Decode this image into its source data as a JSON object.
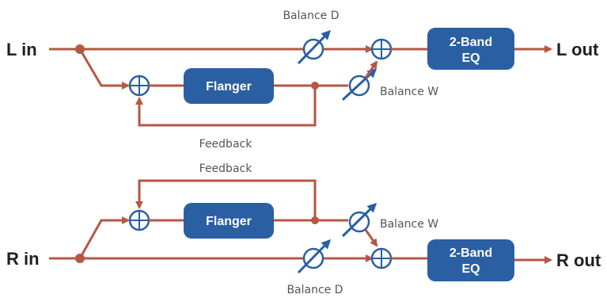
{
  "colors": {
    "signal_line": "#b55745",
    "block_fill": "#2a5fa3",
    "block_text": "#ffffff",
    "knob_stroke": "#2a5fa3",
    "knob_arrow": "#2a5fa3",
    "text": "#231f20",
    "param_text": "#555555"
  },
  "top": {
    "input_label": "L in",
    "output_label": "L out",
    "flanger_label": "Flanger",
    "eq_label_line1": "2-Band",
    "eq_label_line2": "EQ",
    "balance_d_label": "Balance D",
    "balance_w_label": "Balance W",
    "feedback_label": "Feedback"
  },
  "bottom": {
    "input_label": "R in",
    "output_label": "R out",
    "flanger_label": "Flanger",
    "eq_label_line1": "2-Band",
    "eq_label_line2": "EQ",
    "balance_d_label": "Balance D",
    "balance_w_label": "Balance W",
    "feedback_label": "Feedback"
  }
}
